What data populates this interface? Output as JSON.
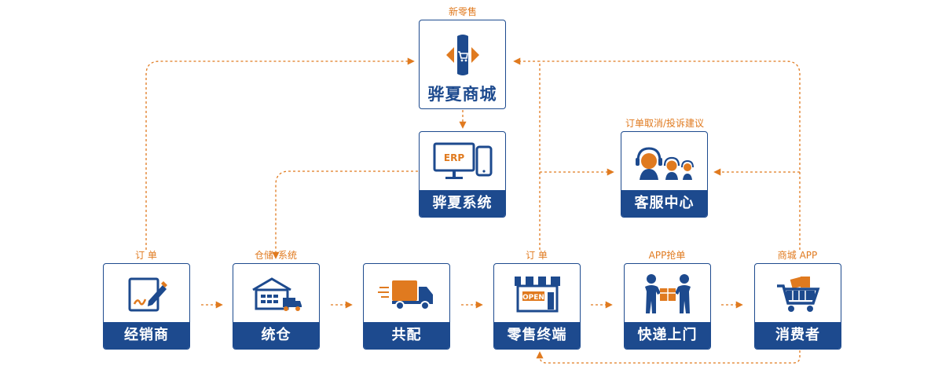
{
  "colors": {
    "primary": "#1d4a8e",
    "accent": "#e07a1f"
  },
  "top": {
    "caption": "新零售",
    "logo_text": "骅夏商城",
    "logo_icon": "cart-logo-icon"
  },
  "erp": {
    "screen_text": "ERP",
    "label": "骅夏系统",
    "icon": "monitor-phone-icon"
  },
  "service": {
    "caption": "订单取消/投诉建议",
    "label": "客服中心",
    "icon": "headset-agents-icon"
  },
  "chain": [
    {
      "caption": "订  单",
      "label": "经销商",
      "icon": "signature-icon"
    },
    {
      "caption": "仓储▾系统",
      "label": "统仓",
      "icon": "warehouse-icon"
    },
    {
      "caption": "",
      "label": "共配",
      "icon": "delivery-truck-icon"
    },
    {
      "caption": "订  单",
      "label": "零售终端",
      "icon": "storefront-icon",
      "sign": "OPEN"
    },
    {
      "caption": "APP抢单",
      "label": "快递上门",
      "icon": "courier-handoff-icon"
    },
    {
      "caption": "商城  APP",
      "label": "消费者",
      "icon": "shopping-cart-icon"
    }
  ]
}
